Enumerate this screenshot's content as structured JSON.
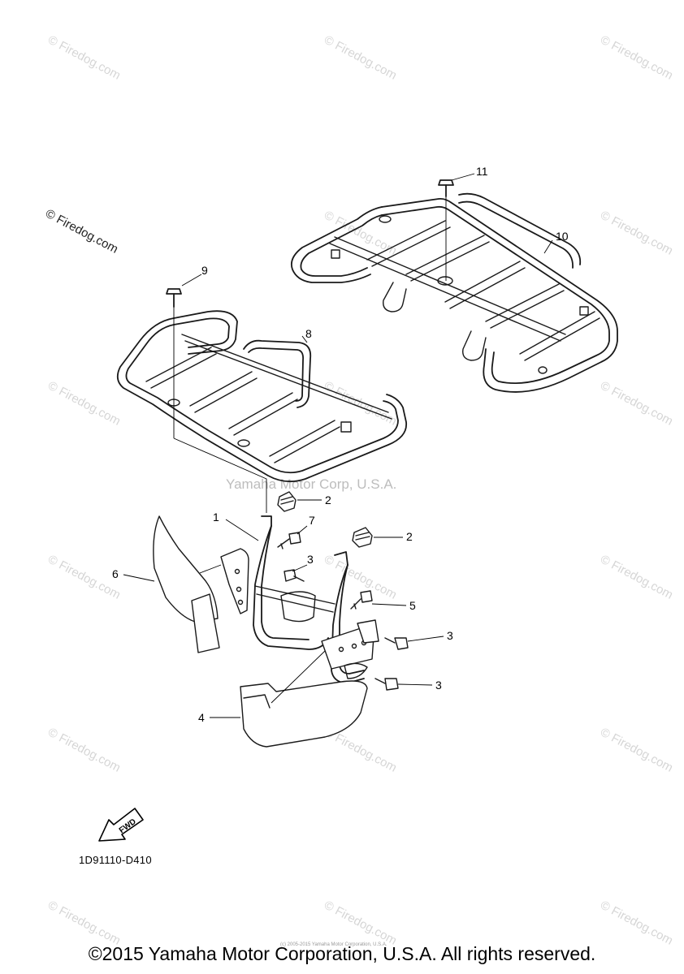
{
  "watermark": {
    "text": "© Firedog.com",
    "corp_text": "Yamaha Motor Corp, U.S.A."
  },
  "callouts": {
    "c1": "1",
    "c2a": "2",
    "c2b": "2",
    "c3a": "3",
    "c3b": "3",
    "c3c": "3",
    "c4": "4",
    "c5": "5",
    "c6": "6",
    "c7": "7",
    "c8": "8",
    "c9": "9",
    "c10": "10",
    "c11": "11"
  },
  "fwd_label": "FWD",
  "diagram_code": "1D91110-D410",
  "tiny_text": "(c) 2005-2015 Yamaha Motor Corporation, U.S.A.",
  "copyright": "©2015 Yamaha Motor Corporation, U.S.A. All rights reserved."
}
